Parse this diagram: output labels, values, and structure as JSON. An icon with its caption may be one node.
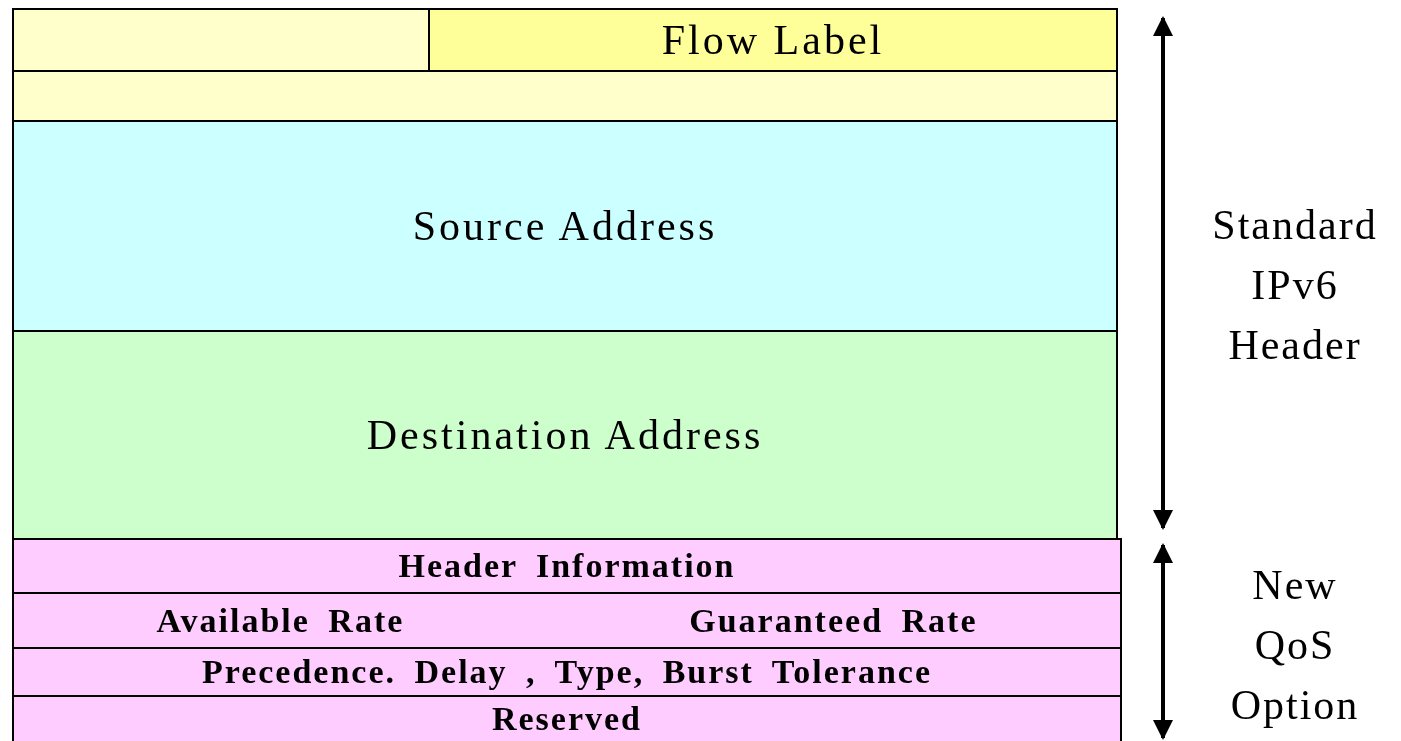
{
  "diagram": {
    "nodes": [
      {
        "text": [],
        "shape": "box"
      },
      {
        "text": [
          "Flow Label"
        ]
      },
      {
        "text": [],
        "shape": "box"
      },
      {
        "text": [
          "Source Address"
        ]
      },
      {
        "text": [
          "Destination Address"
        ]
      },
      {
        "text": [
          "Header Information"
        ]
      },
      {
        "text": [
          "Available Rate",
          "Guaranteed Rate"
        ]
      },
      {
        "text": [
          "Precedence. Delay , Type, Burst Tolerance"
        ]
      },
      {
        "text": [
          "Reserved"
        ]
      }
    ],
    "edges": [],
    "labels": [
      "Standard IPv6 Header",
      "New QoS Option"
    ]
  }
}
